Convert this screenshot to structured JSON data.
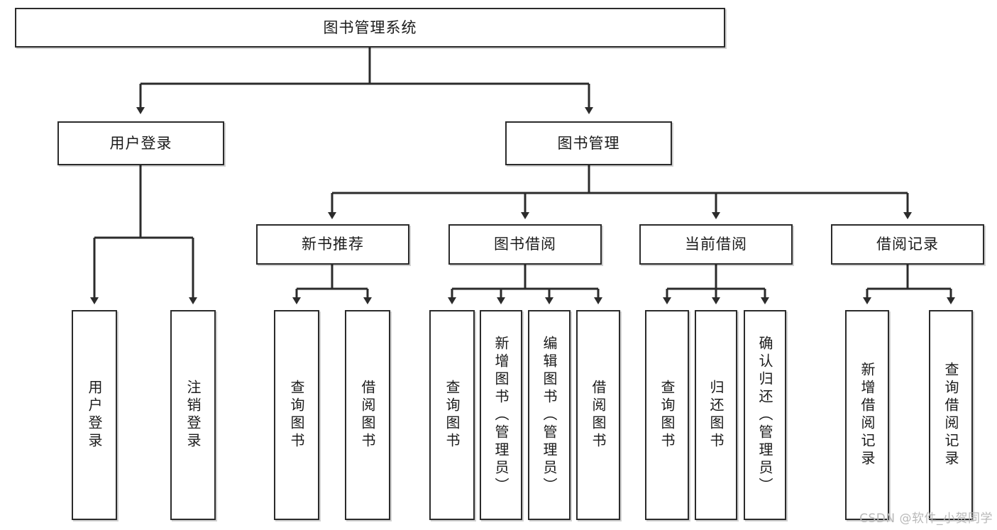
{
  "diagram": {
    "type": "tree",
    "title": "图书管理系统",
    "watermark": "CSDN @软件_小贺同学",
    "colors": {
      "box_border": "#2b2b2b",
      "box_fill": "#ffffff",
      "connector": "#2b2b2b",
      "text": "#1b1b1b",
      "watermark": "#b9b9b9"
    },
    "nodes": {
      "root": {
        "label": "图书管理系统"
      },
      "level2": [
        {
          "id": "user-login",
          "label": "用户登录"
        },
        {
          "id": "book-manage",
          "label": "图书管理"
        }
      ],
      "level3": [
        {
          "id": "new-book-rec",
          "label": "新书推荐"
        },
        {
          "id": "book-borrow",
          "label": "图书借阅"
        },
        {
          "id": "current-borrow",
          "label": "当前借阅"
        },
        {
          "id": "borrow-record",
          "label": "借阅记录"
        }
      ],
      "leaves": {
        "user-login": [
          {
            "id": "leaf-user-login",
            "label": "用户登录"
          },
          {
            "id": "leaf-logout-login",
            "label": "注销登录"
          }
        ],
        "new-book-rec": [
          {
            "id": "leaf-query-book-1",
            "label": "查询图书"
          },
          {
            "id": "leaf-borrow-book-1",
            "label": "借阅图书"
          }
        ],
        "book-borrow": [
          {
            "id": "leaf-query-book-2",
            "label": "查询图书"
          },
          {
            "id": "leaf-add-book",
            "label": "新增图书（管理员）"
          },
          {
            "id": "leaf-edit-book",
            "label": "编辑图书（管理员）"
          },
          {
            "id": "leaf-borrow-book-2",
            "label": "借阅图书"
          }
        ],
        "current-borrow": [
          {
            "id": "leaf-query-book-3",
            "label": "查询图书"
          },
          {
            "id": "leaf-return-book",
            "label": "归还图书"
          },
          {
            "id": "leaf-confirm-return",
            "label": "确认归还（管理员）"
          }
        ],
        "borrow-record": [
          {
            "id": "leaf-add-record",
            "label": "新增借阅记录"
          },
          {
            "id": "leaf-query-record",
            "label": "查询借阅记录"
          }
        ]
      }
    }
  }
}
